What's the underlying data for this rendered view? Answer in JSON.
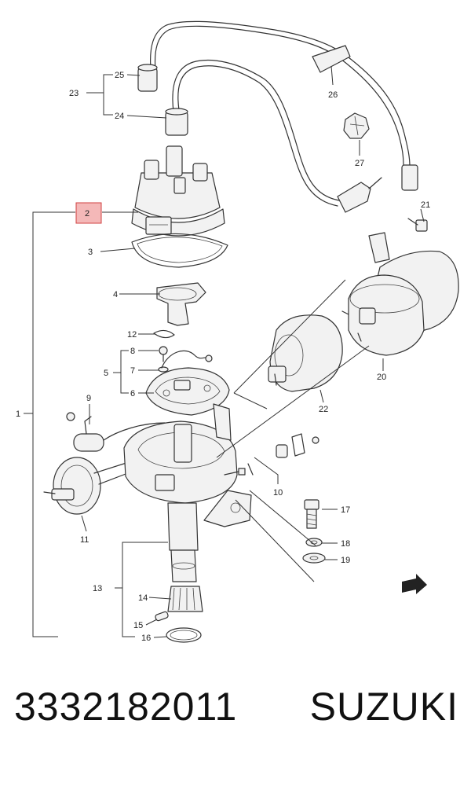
{
  "diagram": {
    "highlight_color": "#f4b8b8",
    "highlight_border": "#d04040",
    "callouts": {
      "c1": "1",
      "c2": "2",
      "c3": "3",
      "c4": "4",
      "c5": "5",
      "c6": "6",
      "c7": "7",
      "c8": "8",
      "c9": "9",
      "c10": "10",
      "c11": "11",
      "c12": "12",
      "c13": "13",
      "c14": "14",
      "c15": "15",
      "c16": "16",
      "c17": "17",
      "c18": "18",
      "c19": "19",
      "c20": "20",
      "c21": "21",
      "c22": "22",
      "c23": "23",
      "c24": "24",
      "c25": "25",
      "c26": "26",
      "c27": "27"
    }
  },
  "footer": {
    "part_number": "3332182011",
    "brand": "SUZUKI"
  }
}
